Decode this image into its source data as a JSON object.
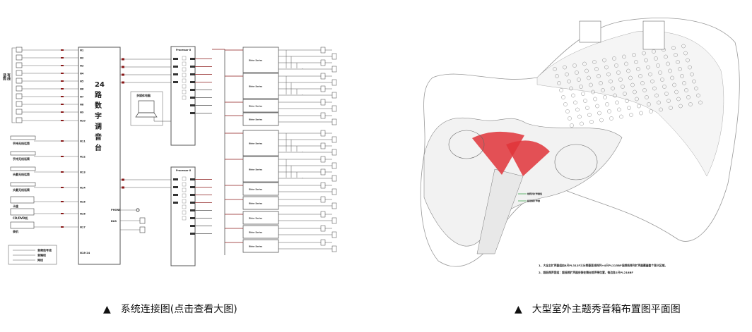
{
  "captions": {
    "left": "系统连接图(点击查看大图)",
    "right": "大型室外主题秀音箱布置图平面图",
    "marker": "▲"
  },
  "diagram": {
    "mixer_title": "24路数字调音台",
    "wired_mic_group": "有线话筒",
    "inputs": [
      "N1",
      "N2",
      "N3",
      "N4",
      "N5",
      "N6",
      "N7",
      "N8",
      "N9",
      "N10",
      "N11",
      "N12",
      "N13",
      "N14",
      "N15",
      "N16",
      "N17"
    ],
    "last_input": "N18-24",
    "sources": [
      "手持无线话筒",
      "手持无线话筒",
      "头戴无线话筒",
      "头戴无线话筒",
      "卡座",
      "CD/DVD机",
      "录机"
    ],
    "computer": "多媒体电脑",
    "phone": "PHONE",
    "bus": "BUS",
    "processors": [
      "Processor 8",
      "Processor 8"
    ],
    "legend": [
      "音频信号线",
      "音箱线",
      "网线"
    ]
  },
  "map": {
    "notes": [
      "1、大全主扩声器组由8只PL312F三分频垂直线阵列+4只PL215BF低频线阵列扩声器覆盖整个观众区域。",
      "2、超低频声音组：超低频扩声器安装在舞台前声带位置，每边各2只PL218BF"
    ],
    "callouts": [
      "线阵列扩声器组",
      "超低频扩声器"
    ]
  },
  "colors": {
    "signal": "#8b1a1a",
    "line": "#555555",
    "fan": "#e0343a"
  }
}
